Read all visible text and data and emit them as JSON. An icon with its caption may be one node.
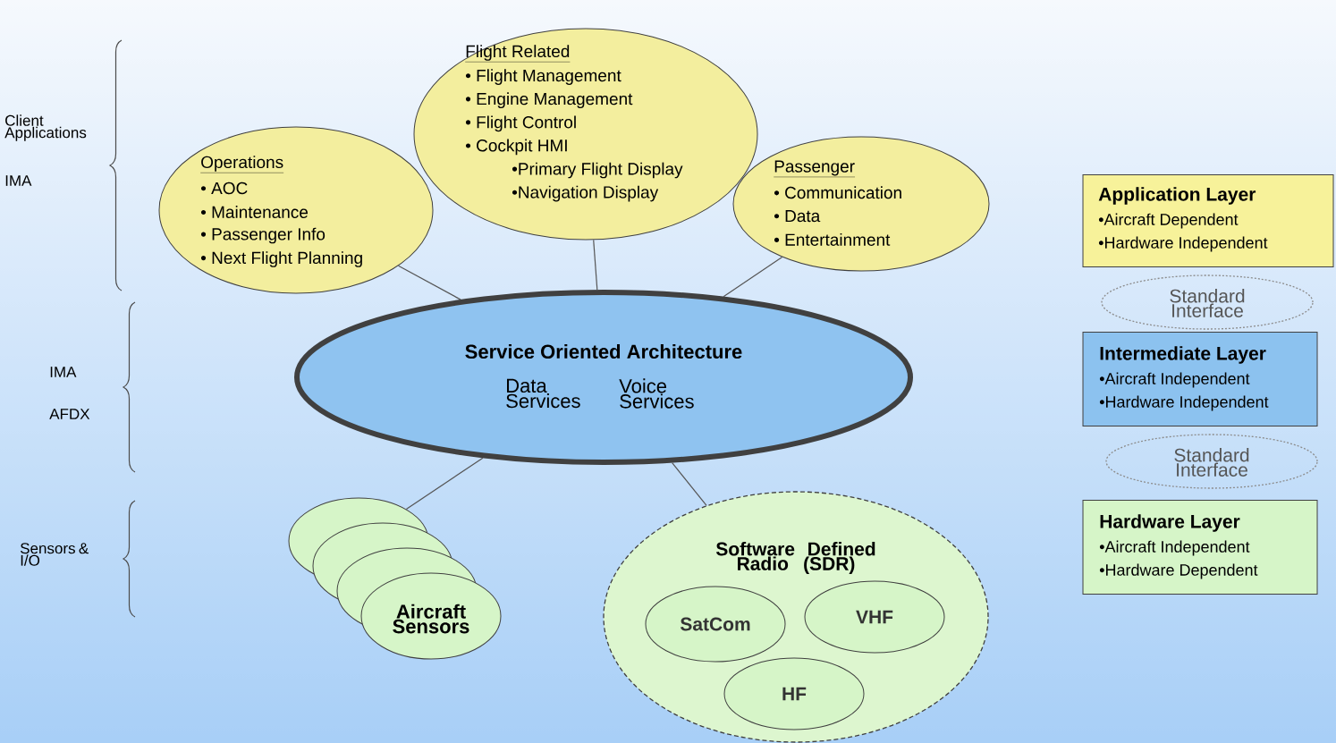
{
  "diagram": {
    "nodes": [
      {
        "text": [
          "Operations",
          "• AOC",
          "• Maintenance",
          "• Passenger Info",
          "• Next Flight Planning"
        ]
      },
      {
        "text": [
          "Flight Related",
          "• Flight Management",
          "• Engine Management",
          "• Flight Control",
          "• Cockpit HMI",
          "•Primary Flight Display",
          "•Navigation Display"
        ]
      },
      {
        "text": [
          "Passenger",
          "• Communication",
          "• Data",
          "• Entertainment"
        ]
      },
      {
        "text": [
          "Service Oriented Architecture",
          "Data Services",
          "Voice Services"
        ]
      },
      {
        "text": [
          "Aircraft Sensors"
        ]
      },
      {
        "text": [
          "Software Defined Radio (SDR)"
        ]
      },
      {
        "text": [
          "SatCom"
        ],
        "in": 5
      },
      {
        "text": [
          "VHF"
        ],
        "in": 5
      },
      {
        "text": [
          "HF"
        ],
        "in": 5
      },
      {
        "text": [
          "Application Layer",
          "•Aircraft Dependent",
          "•Hardware Independent"
        ]
      },
      {
        "text": [
          "Standard Interface"
        ]
      },
      {
        "text": [
          "Intermediate Layer",
          "•Aircraft Independent",
          "•Hardware Independent"
        ]
      },
      {
        "text": [
          "Standard Interface"
        ]
      },
      {
        "text": [
          "Hardware Layer",
          "•Aircraft Independent",
          "•Hardware Dependent"
        ]
      }
    ],
    "edges": [
      {
        "from": 0,
        "to": 3,
        "arrow": "none"
      },
      {
        "from": 1,
        "to": 3,
        "arrow": "none"
      },
      {
        "from": 2,
        "to": 3,
        "arrow": "none"
      },
      {
        "from": 3,
        "to": 4,
        "arrow": "none"
      },
      {
        "from": 3,
        "to": 5,
        "arrow": "none"
      }
    ],
    "labels": [
      "Client Applications",
      "IMA",
      "IMA",
      "AFDX",
      "Sensors & I/O"
    ]
  }
}
